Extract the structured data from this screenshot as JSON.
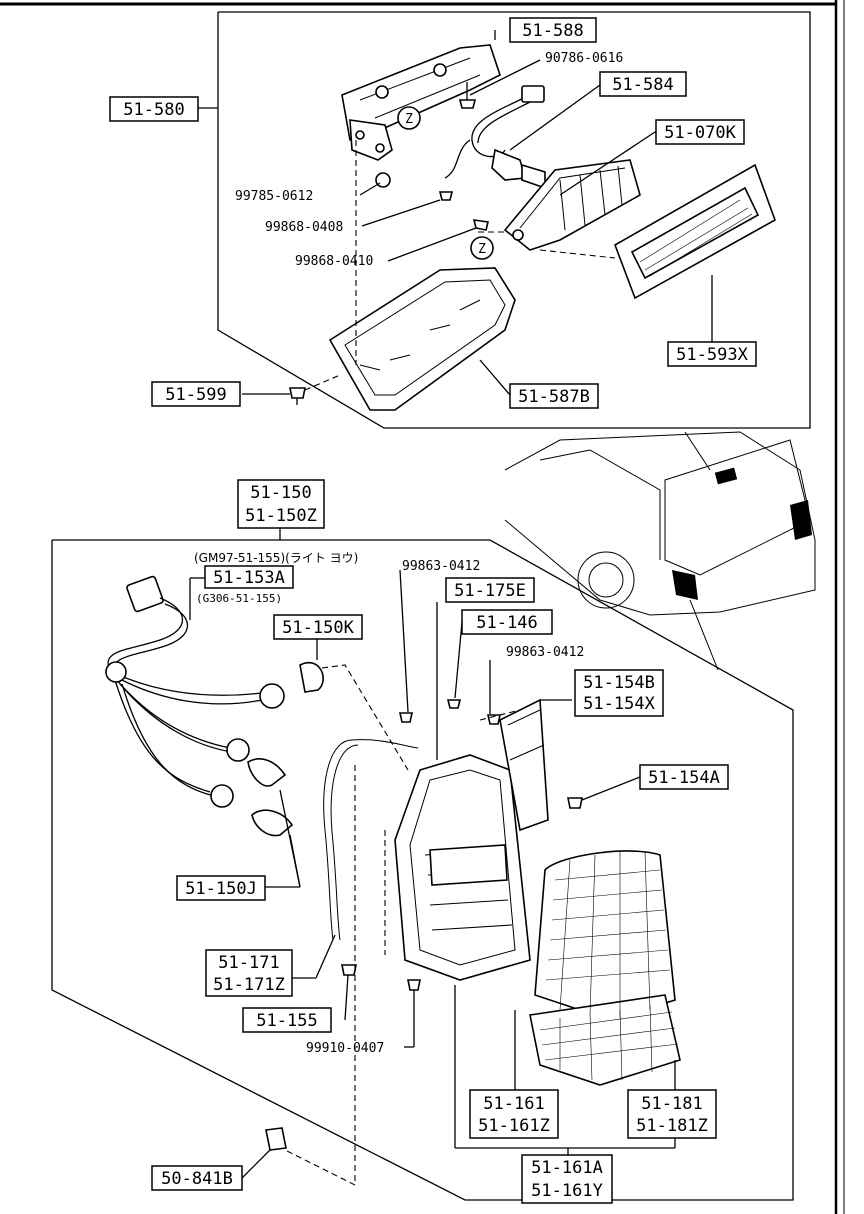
{
  "top_assembly": {
    "group_label": "51-580",
    "labels": {
      "p51_588": "51-588",
      "p90786_0616": "90786-0616",
      "p51_584": "51-584",
      "p51_070k": "51-070K",
      "p99785_0612": "99785-0612",
      "p99868_0408": "99868-0408",
      "p99868_0410": "99868-0410",
      "p51_593x": "51-593X",
      "p51_599": "51-599",
      "p51_587b": "51-587B"
    },
    "view_marker": "Z"
  },
  "bottom_assembly": {
    "group_label_1": "51-150",
    "group_label_2": "51-150Z",
    "note_top": "(GM97-51-155)(ライト ヨウ)",
    "note_bottom": "(G306-51-155)",
    "labels": {
      "p51_153a": "51-153A",
      "p99863_0412_a": "99863-0412",
      "p51_175e": "51-175E",
      "p51_150k": "51-150K",
      "p51_146": "51-146",
      "p99863_0412_b": "99863-0412",
      "p51_154b": "51-154B",
      "p51_154x": "51-154X",
      "p51_154a": "51-154A",
      "p51_150j": "51-150J",
      "p51_171": "51-171",
      "p51_171z": "51-171Z",
      "p51_155": "51-155",
      "p99910_0407": "99910-0407",
      "p51_161": "51-161",
      "p51_161z": "51-161Z",
      "p51_181": "51-181",
      "p51_181z": "51-181Z",
      "p51_161a": "51-161A",
      "p51_161y": "51-161Y",
      "p50_841b": "50-841B"
    }
  }
}
